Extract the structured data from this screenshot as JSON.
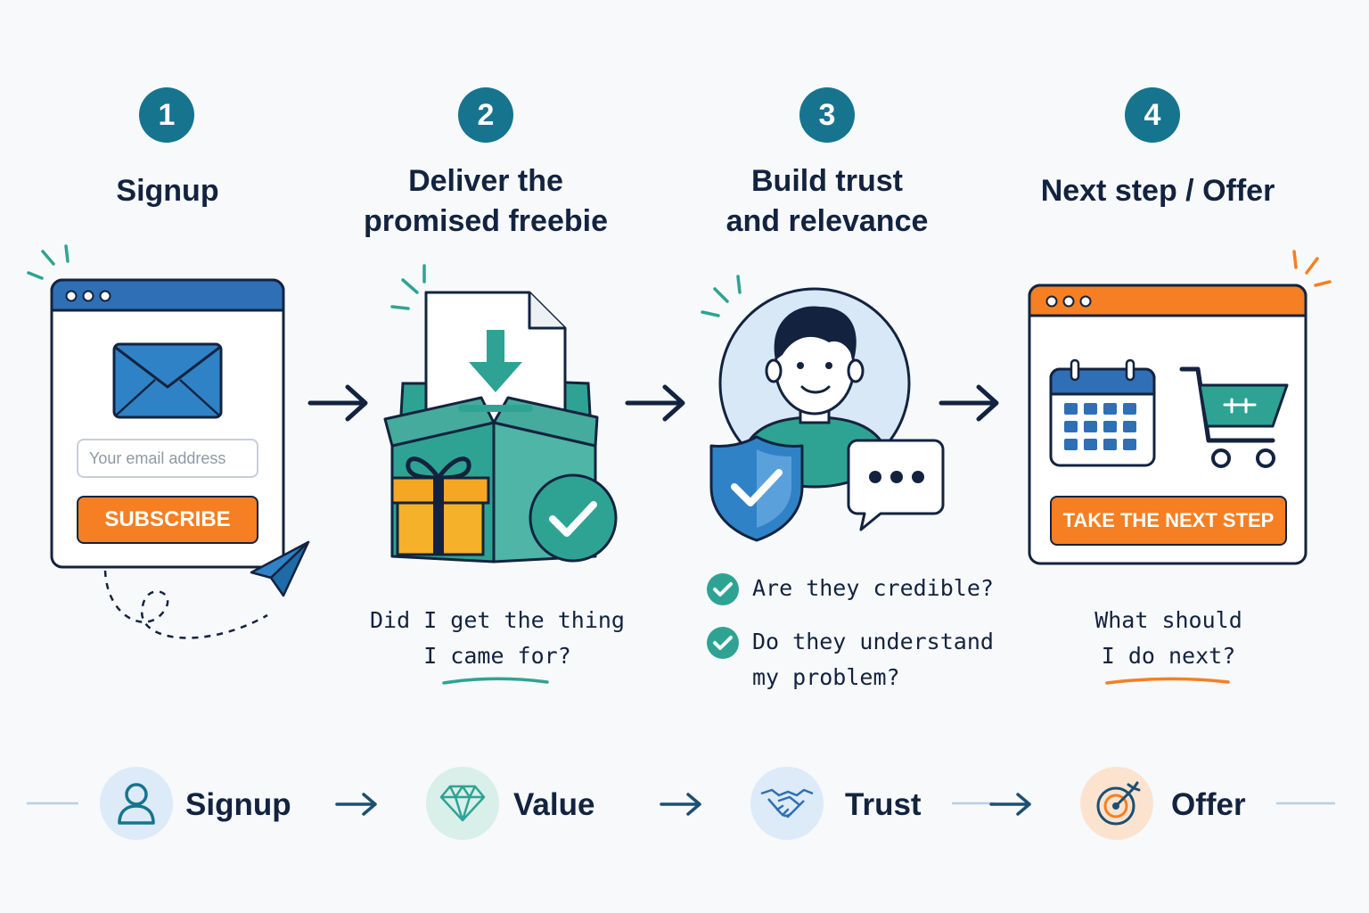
{
  "steps": [
    {
      "number": "1",
      "title": "Signup"
    },
    {
      "number": "2",
      "title_line1": "Deliver the",
      "title_line2": "promised freebie"
    },
    {
      "number": "3",
      "title_line1": "Build trust",
      "title_line2": "and relevance"
    },
    {
      "number": "4",
      "title": "Next step / Offer"
    }
  ],
  "signup_form": {
    "placeholder": "Your email address",
    "button_label": "SUBSCRIBE"
  },
  "freebie_question": {
    "line1": "Did I get the thing",
    "line2": "I came for?"
  },
  "trust_questions": {
    "q1": "Are they credible?",
    "q2_line1": "Do they understand",
    "q2_line2": "my problem?"
  },
  "offer": {
    "button_label": "TAKE THE NEXT STEP",
    "question_line1": "What should",
    "question_line2": "I do next?"
  },
  "summary": [
    "Signup",
    "Value",
    "Trust",
    "Offer"
  ],
  "colors": {
    "teal": "#16748f",
    "blue": "#2f82c6",
    "orange": "#f57f22",
    "green": "#2fa393",
    "navy": "#13233f"
  },
  "icons": [
    "envelope-icon",
    "paper-plane-icon",
    "download-icon",
    "gift-icon",
    "check-icon",
    "avatar",
    "shield-icon",
    "chat-bubble-icon",
    "calendar-icon",
    "cart-icon",
    "user-icon",
    "diamond-icon",
    "handshake-icon",
    "target-icon"
  ]
}
